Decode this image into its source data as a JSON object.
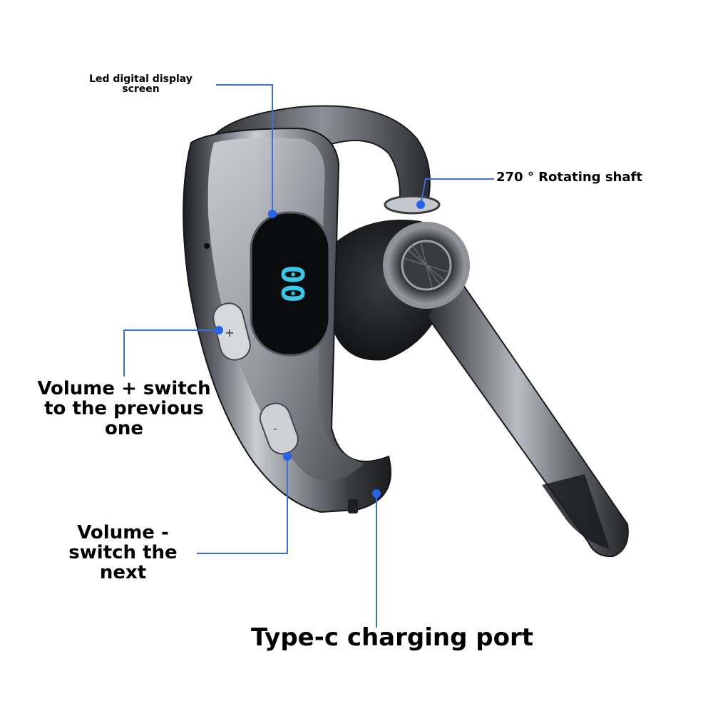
{
  "annotations": {
    "led_display": "Led digital display screen",
    "rotating_shaft": "270 ° Rotating shaft",
    "volume_up": "Volume + switch to the previous one",
    "volume_down": "Volume - switch the next",
    "charging_port": "Type-c charging port"
  },
  "device": {
    "display_reading": "00",
    "button_up_symbol": "+",
    "button_down_symbol": "-"
  },
  "colors": {
    "callout_line": "#3a6fd8",
    "callout_dot": "#2563eb",
    "display_digits": "#38c8e8",
    "body_dark": "#2b2d31",
    "body_silver": "#b8bcc2"
  }
}
